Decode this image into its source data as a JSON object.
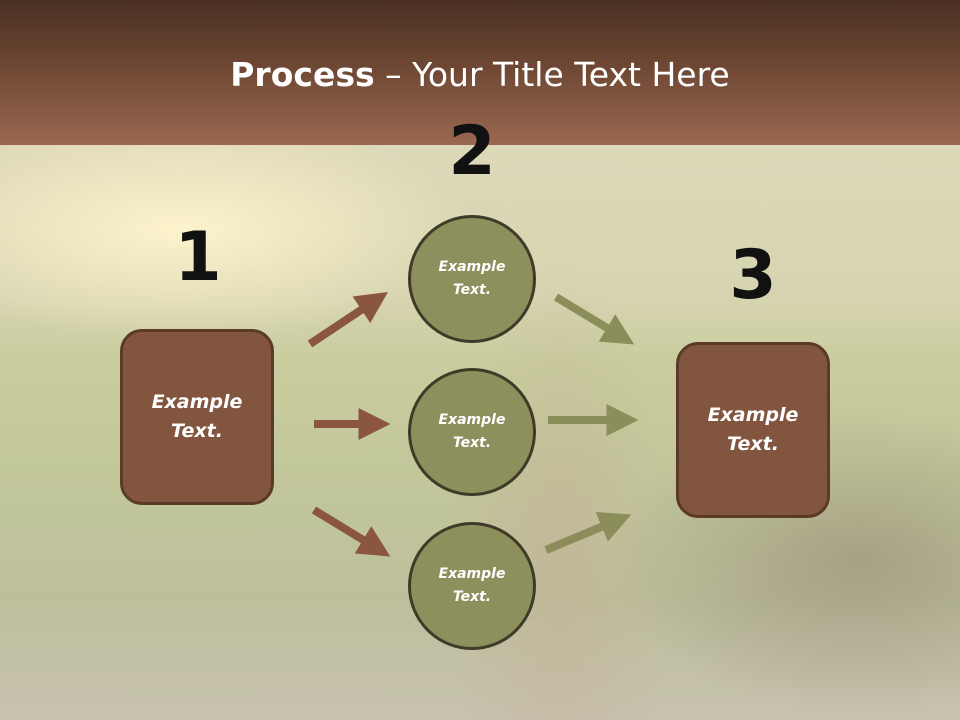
{
  "header": {
    "title_bold": "Process",
    "title_rest": " – Your Title Text Here"
  },
  "steps": {
    "step1": {
      "number": "1",
      "text": "Example\nText."
    },
    "step2": {
      "number": "2",
      "items": [
        {
          "text": "Example\nText."
        },
        {
          "text": "Example\nText."
        },
        {
          "text": "Example\nText."
        }
      ]
    },
    "step3": {
      "number": "3",
      "text": "Example\nText."
    }
  },
  "colors": {
    "header": "#6d4733",
    "box_fill": "#82553f",
    "circle_fill": "#8d8f5c",
    "arrow_brown": "#8a5640",
    "arrow_olive": "#8b8d5a"
  }
}
